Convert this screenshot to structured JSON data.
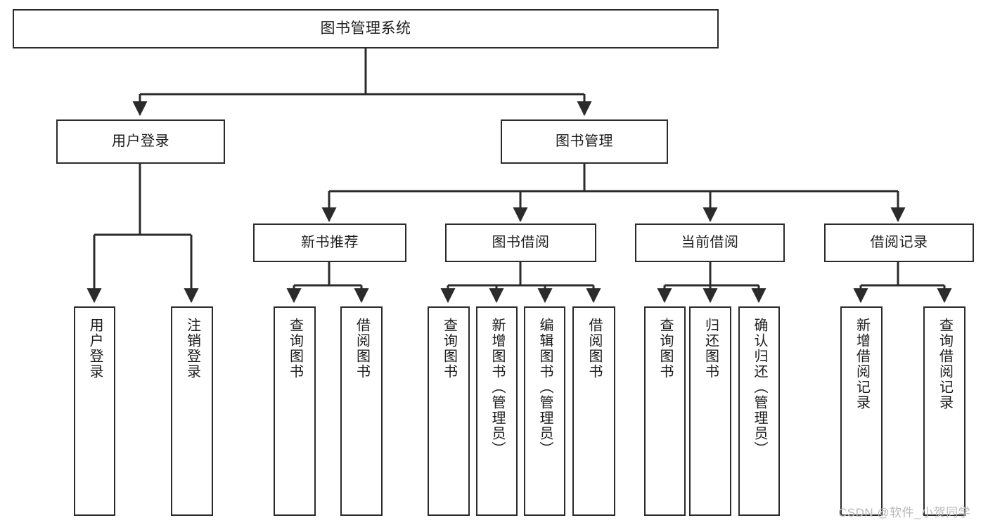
{
  "diagram": {
    "title": "图书管理系统",
    "type": "hierarchy-tree",
    "nodes": {
      "root": {
        "label": "图书管理系统"
      },
      "level2": [
        {
          "label": "用户登录"
        },
        {
          "label": "图书管理"
        }
      ],
      "level3": [
        {
          "label": "新书推荐"
        },
        {
          "label": "图书借阅"
        },
        {
          "label": "当前借阅"
        },
        {
          "label": "借阅记录"
        }
      ],
      "leaves": [
        {
          "label": "用户登录",
          "parent": "用户登录"
        },
        {
          "label": "注销登录",
          "parent": "用户登录"
        },
        {
          "label": "查询图书",
          "parent": "新书推荐"
        },
        {
          "label": "借阅图书",
          "parent": "新书推荐"
        },
        {
          "label": "查询图书",
          "parent": "图书借阅"
        },
        {
          "label": "新增图书（管理员）",
          "parent": "图书借阅"
        },
        {
          "label": "编辑图书（管理员）",
          "parent": "图书借阅"
        },
        {
          "label": "借阅图书",
          "parent": "图书借阅"
        },
        {
          "label": "查询图书",
          "parent": "当前借阅"
        },
        {
          "label": "归还图书",
          "parent": "当前借阅"
        },
        {
          "label": "确认归还（管理员）",
          "parent": "当前借阅"
        },
        {
          "label": "新增借阅记录",
          "parent": "借阅记录"
        },
        {
          "label": "查询借阅记录",
          "parent": "借阅记录"
        }
      ]
    },
    "colors": {
      "stroke": "#2b2b2b",
      "fill": "#ffffff",
      "text": "#1c1c1c",
      "watermark": "#b9b9b9"
    }
  },
  "watermark": {
    "text": "CSDN @软件_小贺同学"
  }
}
